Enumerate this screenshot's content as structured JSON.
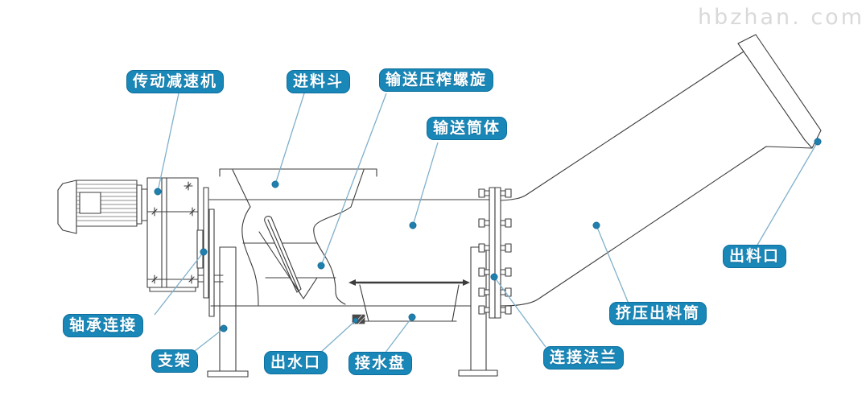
{
  "watermark": {
    "text": "hbzhan. com"
  },
  "labels": {
    "drive_reducer": "传动减速机",
    "feed_hopper": "进料斗",
    "press_screw": "输送压榨螺旋",
    "conveyor_barrel": "输送筒体",
    "discharge_outlet": "出料口",
    "extrusion_barrel": "挤压出料筒",
    "bearing_connection": "轴承连接",
    "support_frame": "支架",
    "water_outlet": "出水口",
    "drip_tray": "接水盘",
    "connecting_flange": "连接法兰"
  },
  "colors": {
    "label_background": "#1987b8",
    "label_border": "#0f6f9c",
    "label_text": "#ffffff",
    "leader_line": "#7fb0ca",
    "leader_dot": "#1f7fad",
    "drawing_line": "#3c3c3c",
    "watermark_text": "#d9d9d9",
    "page_background": "#ffffff"
  }
}
